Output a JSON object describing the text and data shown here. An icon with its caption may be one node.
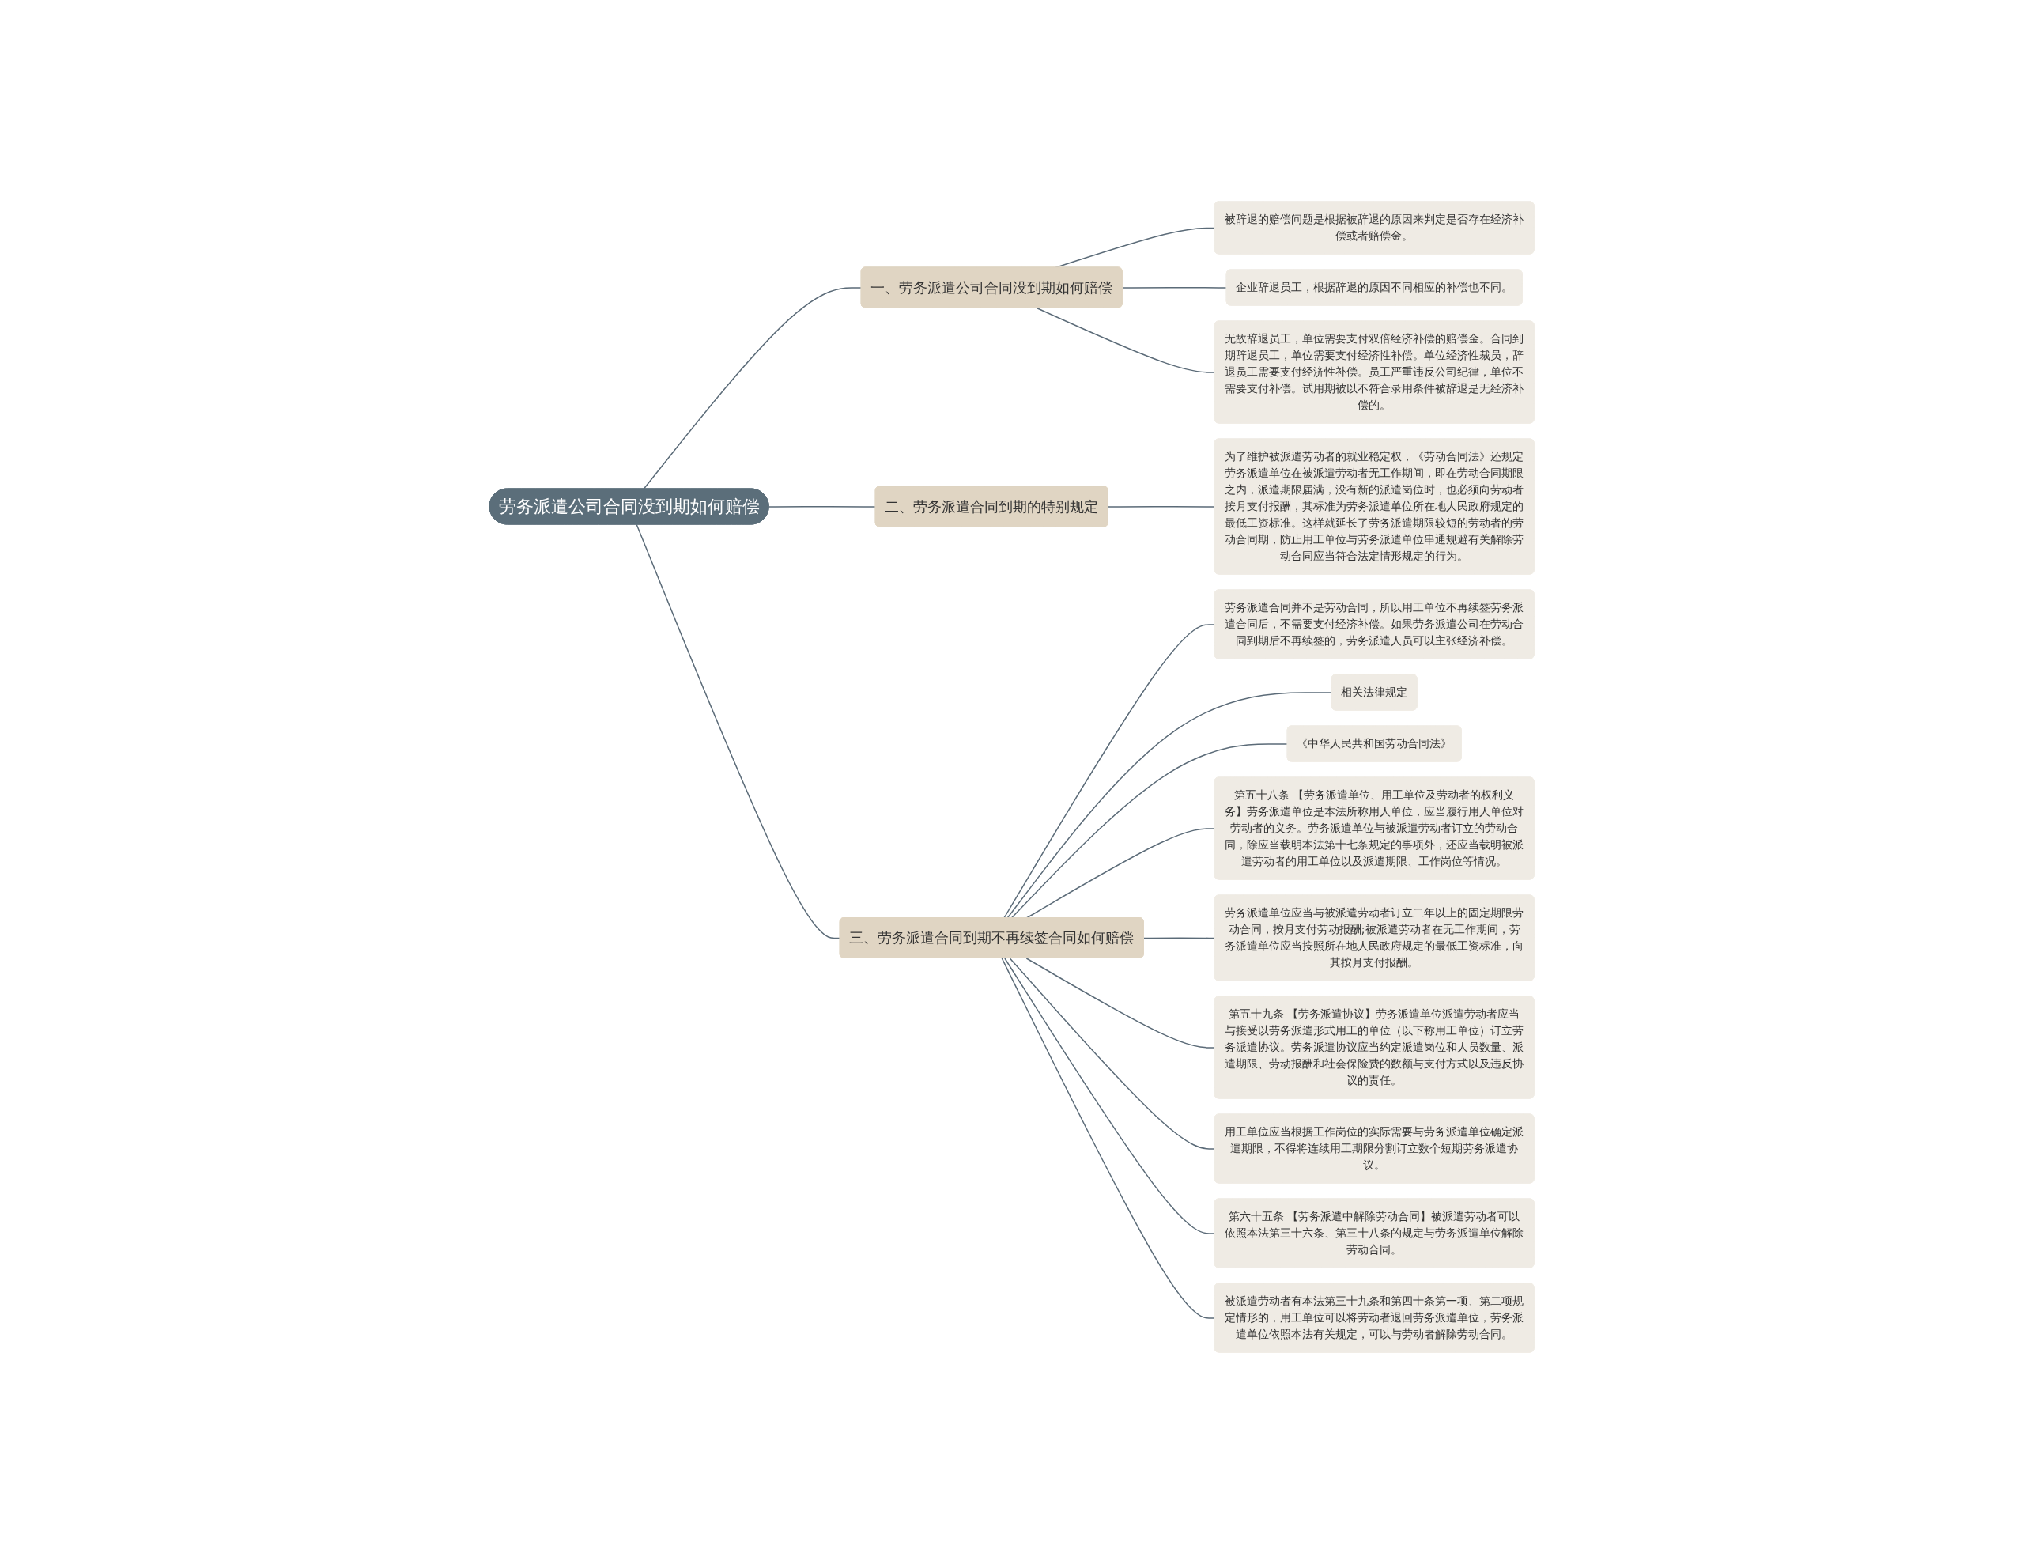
{
  "diagram": {
    "nodes": [
      {
        "text": [
          "劳务派遣公司合同没到期如何赔偿"
        ]
      },
      {
        "text": [
          "一、劳务派遣公司合同没到期如何赔偿"
        ]
      },
      {
        "text": [
          "被辞退的赔偿问题是根据被辞退的原因来判定是否存在经济补偿或者赔偿金。"
        ]
      },
      {
        "text": [
          "企业辞退员工，根据辞退的原因不同相应的补偿也不同。"
        ]
      },
      {
        "text": [
          "无故辞退员工，单位需要支付双倍经济补偿的赔偿金。合同到期辞退员工，单位需要支付经济性补偿。单位经济性裁员，辞退员工需要支付经济性补偿。员工严重违反公司纪律，单位不需要支付补偿。试用期被以不符合录用条件被辞退是无经济补偿的。"
        ]
      },
      {
        "text": [
          "二、劳务派遣合同到期的特别规定"
        ]
      },
      {
        "text": [
          "为了维护被派遣劳动者的就业稳定权，《劳动合同法》还规定劳务派遣单位在被派遣劳动者无工作期间，即在劳动合同期限之内，派遣期限届满，没有新的派遣岗位时，也必须向劳动者按月支付报酬，其标准为劳务派遣单位所在地人民政府规定的最低工资标准。这样就延长了劳务派遣期限较短的劳动者的劳动合同期，防止用工单位与劳务派遣单位串通规避有关解除劳动合同应当符合法定情形规定的行为。"
        ]
      },
      {
        "text": [
          "三、劳务派遣合同到期不再续签合同如何赔偿"
        ]
      },
      {
        "text": [
          "劳务派遣合同并不是劳动合同，所以用工单位不再续签劳务派遣合同后，不需要支付经济补偿。如果劳务派遣公司在劳动合同到期后不再续签的，劳务派遣人员可以主张经济补偿。"
        ]
      },
      {
        "text": [
          "相关法律规定"
        ]
      },
      {
        "text": [
          "《中华人民共和国劳动合同法》"
        ]
      },
      {
        "text": [
          "第五十八条 【劳务派遣单位、用工单位及劳动者的权利义务】劳务派遣单位是本法所称用人单位，应当履行用人单位对劳动者的义务。劳务派遣单位与被派遣劳动者订立的劳动合同，除应当载明本法第十七条规定的事项外，还应当载明被派遣劳动者的用工单位以及派遣期限、工作岗位等情况。"
        ]
      },
      {
        "text": [
          "劳务派遣单位应当与被派遣劳动者订立二年以上的固定期限劳动合同，按月支付劳动报酬;被派遣劳动者在无工作期间，劳务派遣单位应当按照所在地人民政府规定的最低工资标准，向其按月支付报酬。"
        ]
      },
      {
        "text": [
          "第五十九条 【劳务派遣协议】劳务派遣单位派遣劳动者应当与接受以劳务派遣形式用工的单位（以下称用工单位）订立劳务派遣协议。劳务派遣协议应当约定派遣岗位和人员数量、派遣期限、劳动报酬和社会保险费的数额与支付方式以及违反协议的责任。"
        ]
      },
      {
        "text": [
          "用工单位应当根据工作岗位的实际需要与劳务派遣单位确定派遣期限，不得将连续用工期限分割订立数个短期劳务派遣协议。"
        ]
      },
      {
        "text": [
          "第六十五条 【劳务派遣中解除劳动合同】被派遣劳动者可以依照本法第三十六条、第三十八条的规定与劳务派遣单位解除劳动合同。"
        ]
      },
      {
        "text": [
          "被派遣劳动者有本法第三十九条和第四十条第一项、第二项规定情形的，用工单位可以将劳动者退回劳务派遣单位，劳务派遣单位依照本法有关规定，可以与劳动者解除劳动合同。"
        ]
      }
    ],
    "edges": [
      {
        "from": 0,
        "to": 1,
        "arrow": "none"
      },
      {
        "from": 1,
        "to": 2,
        "arrow": "none"
      },
      {
        "from": 1,
        "to": 3,
        "arrow": "none"
      },
      {
        "from": 1,
        "to": 4,
        "arrow": "none"
      },
      {
        "from": 0,
        "to": 5,
        "arrow": "none"
      },
      {
        "from": 5,
        "to": 6,
        "arrow": "none"
      },
      {
        "from": 0,
        "to": 7,
        "arrow": "none"
      },
      {
        "from": 7,
        "to": 8,
        "arrow": "none"
      },
      {
        "from": 7,
        "to": 9,
        "arrow": "none"
      },
      {
        "from": 7,
        "to": 10,
        "arrow": "none"
      },
      {
        "from": 7,
        "to": 11,
        "arrow": "none"
      },
      {
        "from": 7,
        "to": 12,
        "arrow": "none"
      },
      {
        "from": 7,
        "to": 13,
        "arrow": "none"
      },
      {
        "from": 7,
        "to": 14,
        "arrow": "none"
      },
      {
        "from": 7,
        "to": 15,
        "arrow": "none"
      },
      {
        "from": 7,
        "to": 16,
        "arrow": "none"
      }
    ]
  }
}
